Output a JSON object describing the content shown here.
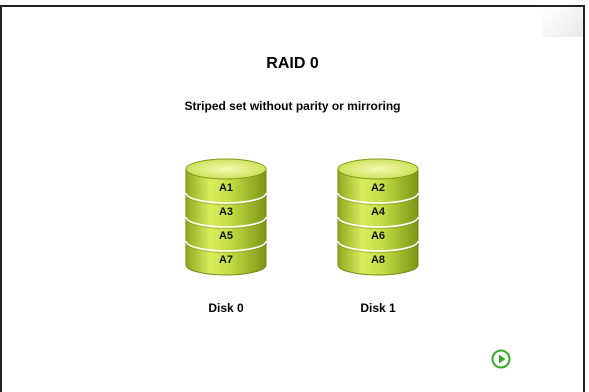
{
  "slide": {
    "title": "RAID 0",
    "subtitle": "Striped set without parity or mirroring"
  },
  "disks": [
    {
      "label": "Disk 0",
      "blocks": [
        "A1",
        "A3",
        "A5",
        "A7"
      ]
    },
    {
      "label": "Disk 1",
      "blocks": [
        "A2",
        "A4",
        "A6",
        "A8"
      ]
    }
  ],
  "colors": {
    "disk_light": "#e6f27a",
    "disk_mid": "#b7d13c",
    "disk_dark": "#7f9a1a",
    "play_button": "#3aa62a"
  },
  "icons": {
    "next": "play-circle-icon"
  }
}
